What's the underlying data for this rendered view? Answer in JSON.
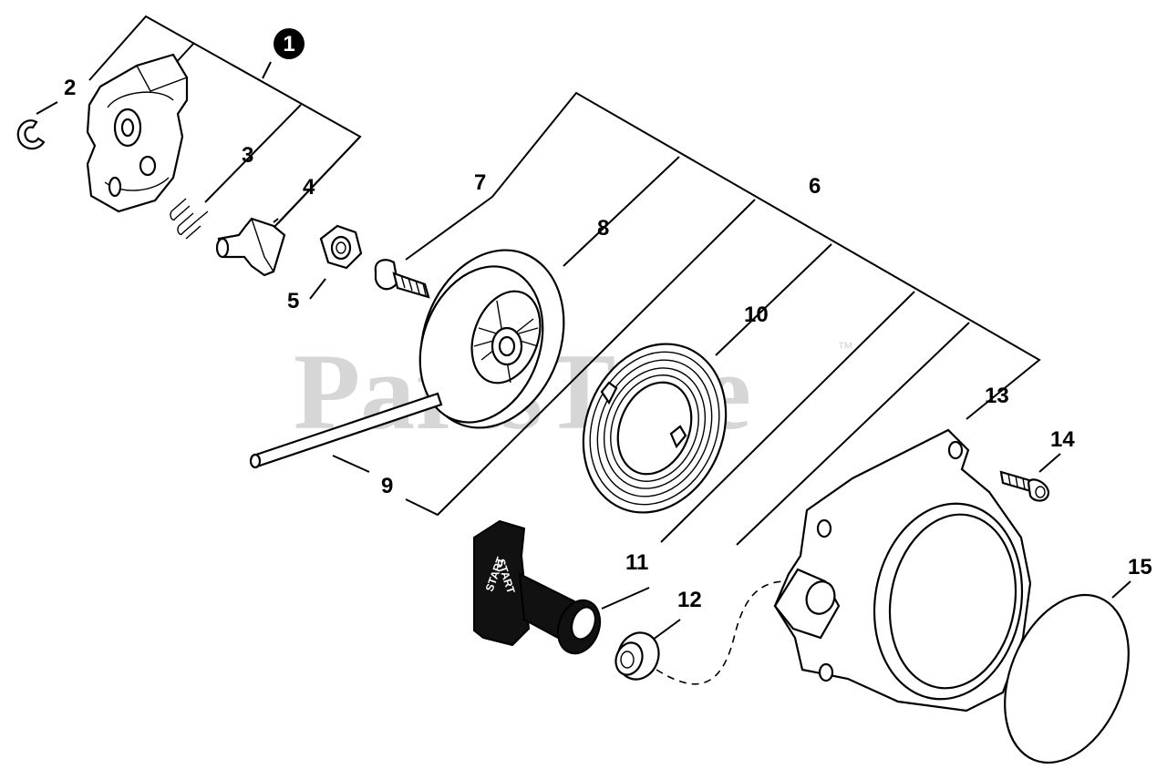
{
  "watermark": {
    "text": "PartsTree",
    "tm": "™"
  },
  "callouts": {
    "c1": "1",
    "c2": "2",
    "c3": "3",
    "c4": "4",
    "c5": "5",
    "c6": "6",
    "c7": "7",
    "c8": "8",
    "c9": "9",
    "c10": "10",
    "c11": "11",
    "c12": "12",
    "c13": "13",
    "c14": "14",
    "c15": "15"
  },
  "handle": {
    "imprint": "START"
  }
}
